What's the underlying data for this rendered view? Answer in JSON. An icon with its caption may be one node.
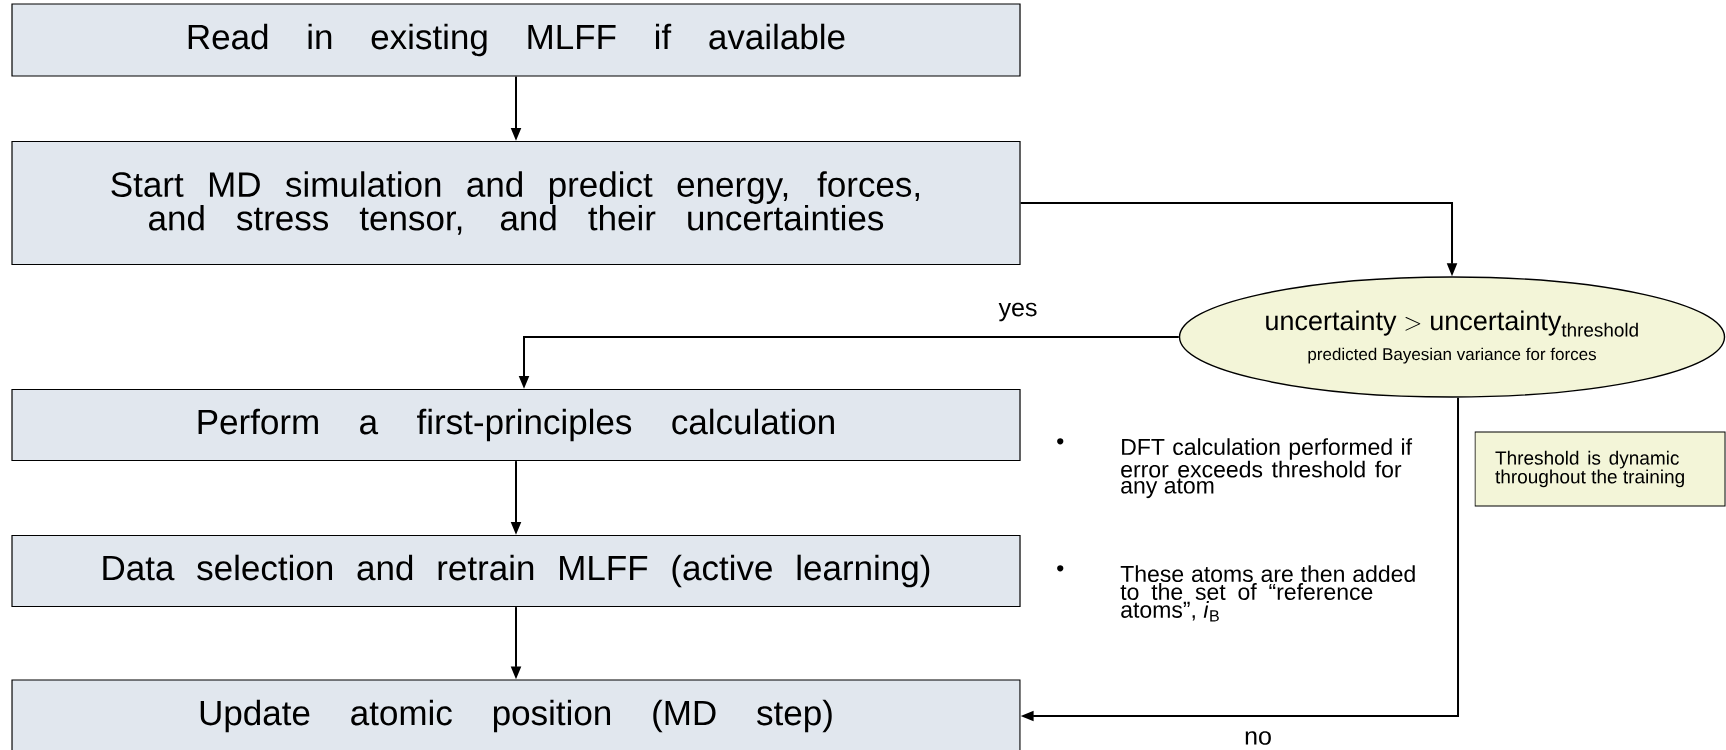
{
  "diagram": {
    "nodes": [
      {
        "text": [
          "Read in existing MLFF if available"
        ]
      },
      {
        "text": [
          "Start MD simulation and predict energy, forces, and stress tensor, and their uncertainties"
        ]
      },
      {
        "text": [
          "\\text{uncertainty} > \\text{uncertainty}_{\\text{threshold}}",
          "predicted Bayesian variance for forces"
        ]
      },
      {
        "text": [
          "Perform a first-principles calculation"
        ]
      },
      {
        "text": [
          "Data selection and retrain MLFF (active learning)"
        ]
      },
      {
        "text": [
          "Update atomic position (MD step)"
        ]
      },
      {
        "text": [
          "Threshold is dynamic throughout the training"
        ]
      }
    ],
    "edges": [
      {
        "from": 0,
        "to": 1,
        "arrow": "to"
      },
      {
        "from": 1,
        "to": 2,
        "arrow": "to"
      },
      {
        "from": 2,
        "to": 3,
        "arrow": "to",
        "label": "yes"
      },
      {
        "from": 3,
        "to": 4,
        "arrow": "to"
      },
      {
        "from": 4,
        "to": 5,
        "arrow": "to"
      },
      {
        "from": 2,
        "to": 5,
        "arrow": "to",
        "label": "no"
      }
    ],
    "labels": [
      "•",
      "DFT calculation performed if error exceeds threshold for any atom",
      "•",
      "These atoms are then added to the set of “reference atoms”, *i*$_{B}$"
    ]
  }
}
